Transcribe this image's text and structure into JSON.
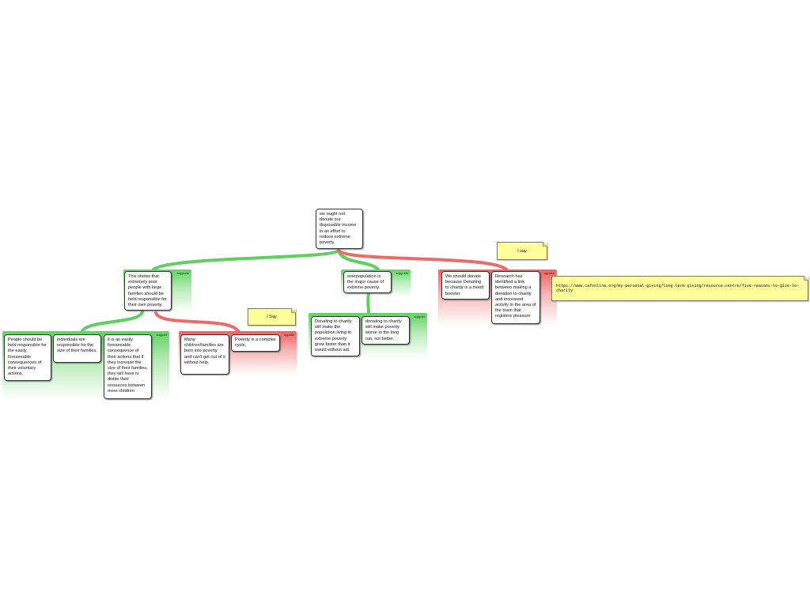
{
  "root": {
    "text": "we ought not donate our disposable income in an effort to reduce extreme poverty."
  },
  "groups": {
    "g1": {
      "label": "supports",
      "type": "support"
    },
    "g2": {
      "label": "supports",
      "type": "support"
    },
    "g3": {
      "label": "oppose",
      "type": "oppose"
    },
    "g4": {
      "label": "support",
      "type": "support"
    },
    "g5": {
      "label": "oppose",
      "type": "oppose"
    },
    "g6": {
      "label": "support",
      "type": "support"
    }
  },
  "nodes": {
    "n1": "This shows that extremely poor people with large families should be held responsible for their own poverty.",
    "n2": "overpopulation is the major cause of extreme poverty.",
    "n3": "We should donate because Donating to charity is a mood booster.",
    "n4": "Research has identified a link between making a donation to charity and increased activity in the area of the brain that registers pleasure",
    "n5": "People should be held responsible for the easily foreseeable consequences of their voluntary actions.",
    "n6": "individuals are responsible for the size of their families.",
    "n7": "it is an easily foreseeable consequence of their actions that if they increase the size of their families, they will have to divide their resources between more children",
    "n8": "Many children/families are born into poverty and can't get out of it without help.",
    "n9": "Poverty is a complex cycle.",
    "n10": "Donating to charity will make the population living in extreme poverty grow faster than it would without aid.",
    "n11": "donating to charity will make poverty worse in the long run, not better."
  },
  "notes": {
    "note1": "I Say",
    "note2": "I say",
    "note3": "https://www.cafonline.org/my-personal-giving/long-term-giving/resource-centre/five-reasons-to-give-to-charity"
  }
}
